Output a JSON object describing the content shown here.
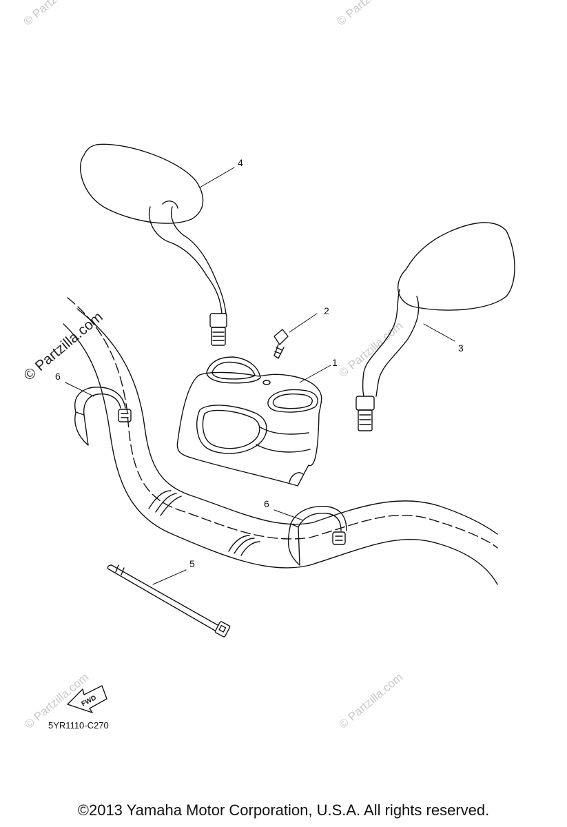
{
  "watermarks": {
    "brand": "© Partzilla.com",
    "tile": "© Partzilla.com"
  },
  "callouts": {
    "c1": "1",
    "c2": "2",
    "c3": "3",
    "c4": "4",
    "c5": "5",
    "c6a": "6",
    "c6b": "6"
  },
  "fwd_label": "FWD",
  "diagram_code": "5YR1110-C270",
  "copyright": "©2013 Yamaha Motor Corporation, U.S.A. All rights reserved."
}
